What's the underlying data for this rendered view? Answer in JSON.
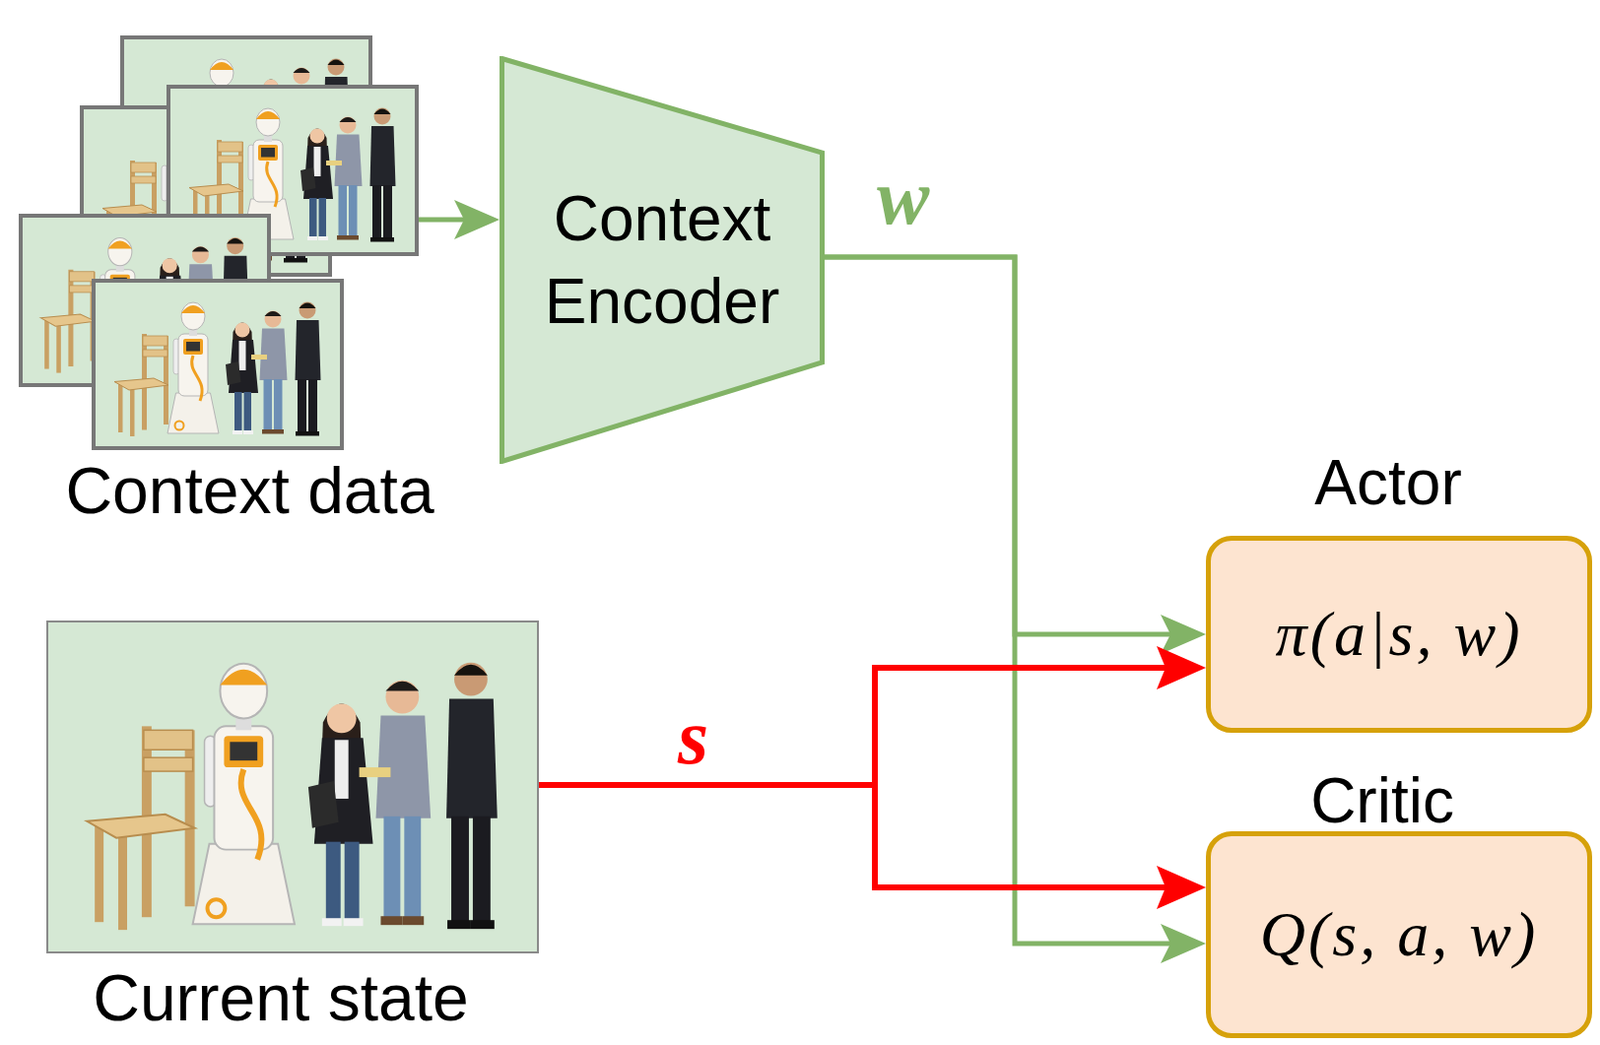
{
  "diagram": {
    "nodes": [
      {
        "text": [
          "Context data"
        ]
      },
      {
        "text": [
          "Context Encoder"
        ]
      },
      {
        "text": [
          "Current state"
        ]
      },
      {
        "text": [
          "Actor",
          "π(a|s, w)"
        ]
      },
      {
        "text": [
          "Critic",
          "Q(s, a, w)"
        ]
      }
    ],
    "edges": [
      {
        "from": 0,
        "to": 1,
        "arrow": "to"
      },
      {
        "from": 1,
        "to": 3,
        "arrow": "to",
        "label": "w"
      },
      {
        "from": 1,
        "to": 4,
        "arrow": "to"
      },
      {
        "from": 2,
        "to": 3,
        "arrow": "to",
        "label": "s"
      },
      {
        "from": 2,
        "to": 4,
        "arrow": "to"
      }
    ]
  }
}
